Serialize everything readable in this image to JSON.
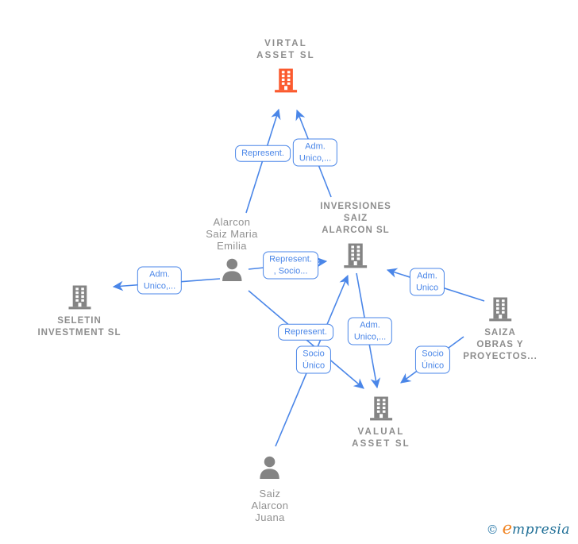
{
  "graph": {
    "nodes": {
      "virtal": {
        "type": "company",
        "lines": [
          "VIRTAL",
          "ASSET SL"
        ],
        "highlight": true
      },
      "inversiones": {
        "type": "company",
        "lines": [
          "INVERSIONES",
          "SAIZ",
          "ALARCON SL"
        ]
      },
      "seletin": {
        "type": "company",
        "lines": [
          "SELETIN",
          "INVESTMENT SL"
        ]
      },
      "saiza": {
        "type": "company",
        "lines": [
          "SAIZA",
          "OBRAS Y",
          "PROYECTOS..."
        ]
      },
      "valual": {
        "type": "company",
        "lines": [
          "VALUAL",
          "ASSET SL"
        ]
      },
      "emilia": {
        "type": "person",
        "lines": [
          "Alarcon",
          "Saiz Maria",
          "Emilia"
        ]
      },
      "juana": {
        "type": "person",
        "lines": [
          "Saiz",
          "Alarcon",
          "Juana"
        ]
      }
    },
    "badges": {
      "b1": {
        "lines": [
          "Represent."
        ]
      },
      "b2": {
        "lines": [
          "Adm.",
          "Unico,..."
        ]
      },
      "b3": {
        "lines": [
          "Represent.",
          ", Socio..."
        ]
      },
      "b4": {
        "lines": [
          "Adm.",
          "Unico,..."
        ]
      },
      "b5": {
        "lines": [
          "Adm.",
          "Unico"
        ]
      },
      "b6": {
        "lines": [
          "Represent."
        ]
      },
      "b7": {
        "lines": [
          "Adm.",
          "Unico,..."
        ]
      },
      "b8": {
        "lines": [
          "Socio",
          "Único"
        ]
      },
      "b9": {
        "lines": [
          "Socio",
          "Único"
        ]
      }
    },
    "edges": [
      {
        "from": "Alarcon Saiz Maria Emilia",
        "to": "VIRTAL ASSET SL",
        "label": "Represent."
      },
      {
        "from": "INVERSIONES SAIZ ALARCON SL",
        "to": "VIRTAL ASSET SL",
        "label": "Adm. Unico,..."
      },
      {
        "from": "Alarcon Saiz Maria Emilia",
        "to": "INVERSIONES SAIZ ALARCON SL",
        "label": "Represent. , Socio..."
      },
      {
        "from": "Alarcon Saiz Maria Emilia",
        "to": "SELETIN INVESTMENT SL",
        "label": "Adm. Unico,..."
      },
      {
        "from": "SAIZA OBRAS Y PROYECTOS...",
        "to": "INVERSIONES SAIZ ALARCON SL",
        "label": "Adm. Unico"
      },
      {
        "from": "Alarcon Saiz Maria Emilia",
        "to": "VALUAL ASSET SL",
        "label": "Represent."
      },
      {
        "from": "INVERSIONES SAIZ ALARCON SL",
        "to": "VALUAL ASSET SL",
        "label": "Adm. Unico,..."
      },
      {
        "from": "Saiz Alarcon Juana",
        "to": "INVERSIONES SAIZ ALARCON SL",
        "label": "Socio Único"
      },
      {
        "from": "SAIZA OBRAS Y PROYECTOS...",
        "to": "VALUAL ASSET SL",
        "label": "Socio Único"
      }
    ]
  },
  "colors": {
    "edge_blue": "#4a86e8",
    "node_gray": "#848484",
    "label_gray": "#8d8d8d",
    "accent_orange": "#fb5a2e",
    "brand_teal": "#1e6e96",
    "brand_orange": "#f08321"
  },
  "footer": {
    "copyright": "©",
    "brand_initial": "e",
    "brand_rest": "mpresia"
  }
}
